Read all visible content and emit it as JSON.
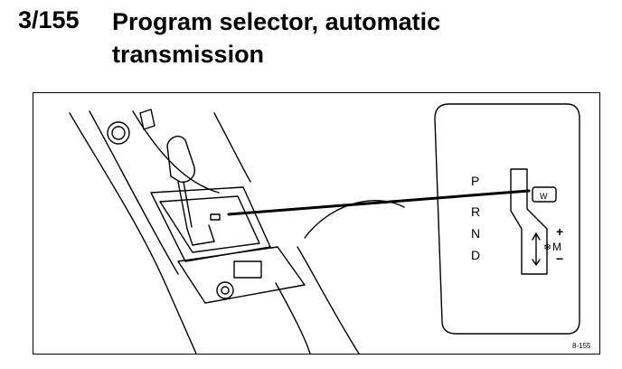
{
  "heading": {
    "number": "3/155",
    "title_line1": "Program selector, automatic",
    "title_line2": "transmission"
  },
  "figure": {
    "gate_labels": [
      "P",
      "R",
      "N",
      "D"
    ],
    "winter_button_label": "W",
    "manual_label": "M",
    "plus_label": "+",
    "minus_label": "−",
    "winter_symbol": "❄",
    "figure_code": "8-155"
  }
}
